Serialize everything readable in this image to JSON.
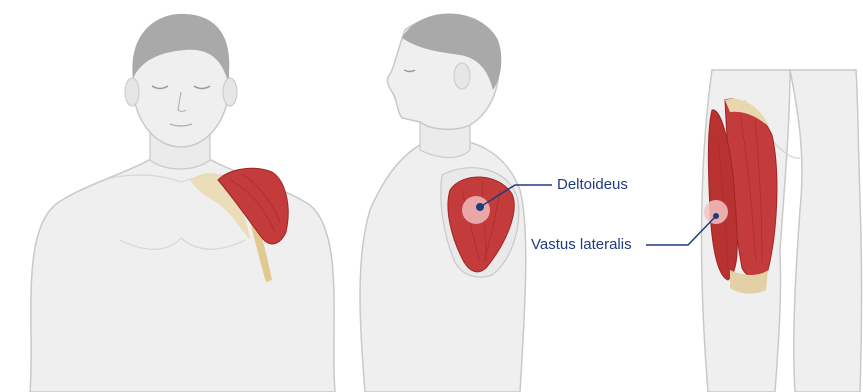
{
  "labels": {
    "deltoid": "Deltoideus",
    "vastus": "Vastus lateralis"
  },
  "colors": {
    "skin": "#efefef",
    "skin_outline": "#c9c9c9",
    "hair": "#a9a9a9",
    "muscle": "#c33b3b",
    "muscle_dark": "#9e2626",
    "tendon": "#e9d7b0",
    "injection_site": "#f2c3c3",
    "annotation": "#1f3b82"
  },
  "icons": {
    "front_figure": "front-torso-illustration",
    "side_figure": "side-torso-illustration",
    "thigh_figure": "thigh-illustration"
  }
}
